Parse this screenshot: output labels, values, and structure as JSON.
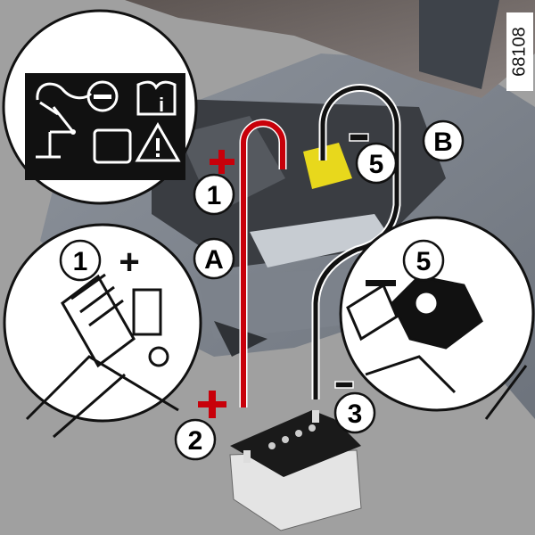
{
  "figure_id": "68108",
  "warning_label": {
    "icons": [
      "jump-lead-clamp-icon",
      "no-entry-icon",
      "manual-info-icon",
      "ground-icon",
      "battery-icon",
      "warning-triangle-icon"
    ],
    "info_letter": "i"
  },
  "callouts": {
    "one": "1",
    "two": "2",
    "three": "3",
    "five": "5",
    "a": "A",
    "b": "B"
  },
  "signs": {
    "plus": "+",
    "minus": "−"
  },
  "insets": {
    "positive": {
      "number": "1",
      "sign": "+"
    },
    "negative": {
      "number": "5",
      "sign": "−"
    }
  },
  "colors": {
    "positive_cable": "#c8000a",
    "negative_cable": "#111111",
    "fuse_box": "#e8d81c"
  }
}
